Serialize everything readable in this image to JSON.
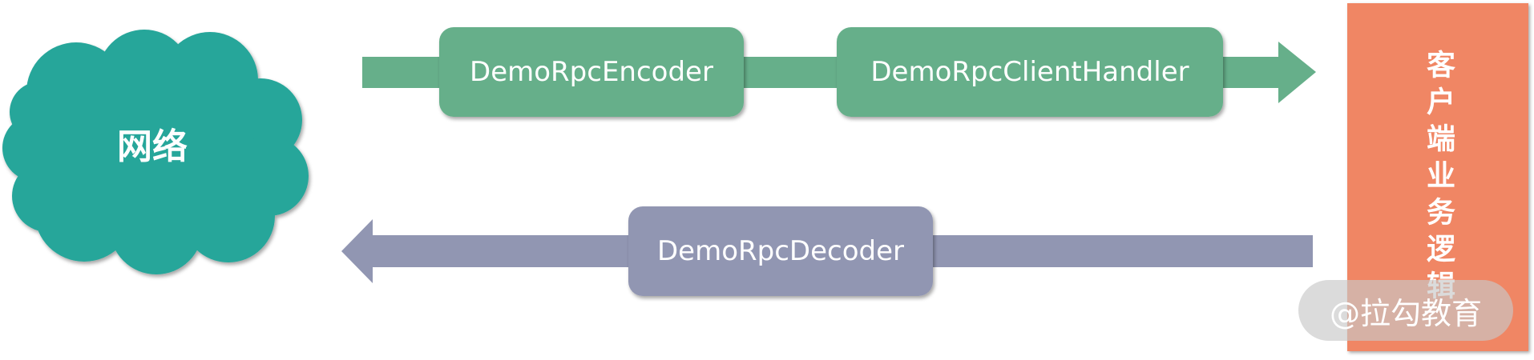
{
  "diagram": {
    "network": {
      "label": "网络"
    },
    "encoder": {
      "label": "DemoRpcEncoder"
    },
    "client_handler": {
      "label": "DemoRpcClientHandler"
    },
    "decoder": {
      "label": "DemoRpcDecoder"
    },
    "client_business": {
      "label": "客户端业务逻辑"
    }
  },
  "watermark": {
    "text": "@拉勾教育"
  },
  "colors": {
    "network_cloud": "#26a69a",
    "outbound": "#66af8a",
    "inbound": "#9196b2",
    "client_box": "#f08664",
    "label": "#ffffff"
  }
}
